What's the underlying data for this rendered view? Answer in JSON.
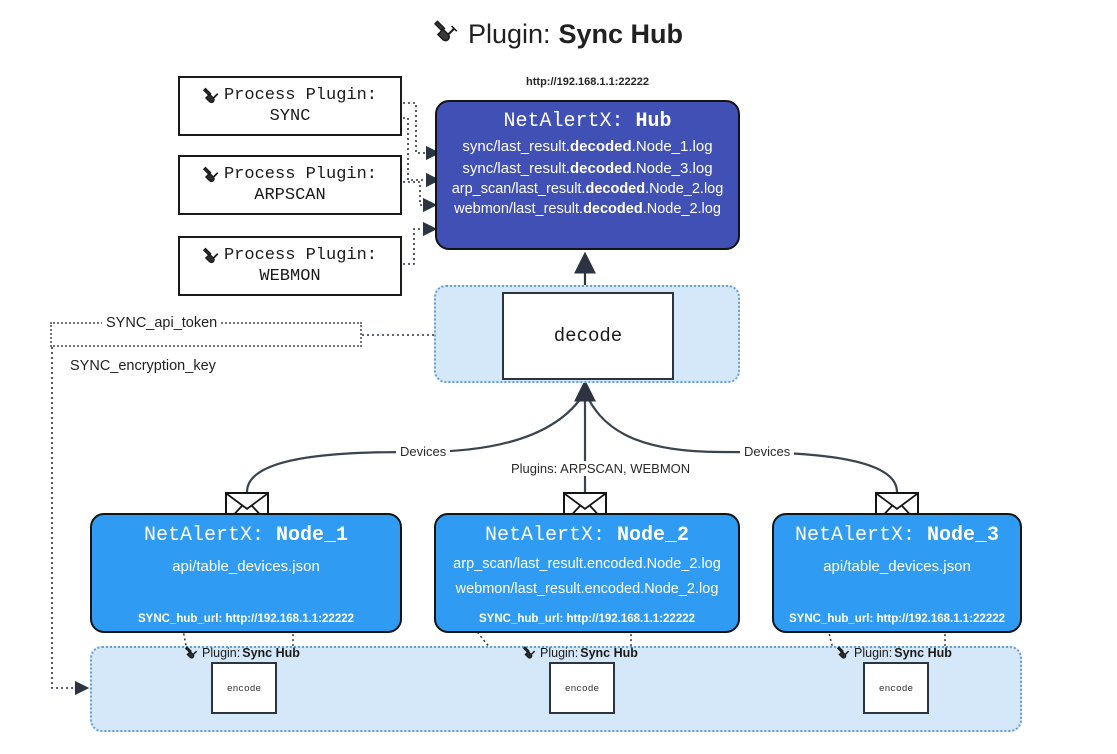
{
  "title": {
    "icon": "plug-icon",
    "prefix": "Plugin:",
    "name": "Sync Hub"
  },
  "process_plugins": [
    {
      "icon": "plug-icon",
      "line1": "Process Plugin:",
      "line2": "SYNC"
    },
    {
      "icon": "plug-icon",
      "line1": "Process Plugin:",
      "line2": "ARPSCAN"
    },
    {
      "icon": "plug-icon",
      "line1": "Process Plugin:",
      "line2": "WEBMON"
    }
  ],
  "hub": {
    "url": "http://192.168.1.1:22222",
    "title_prefix": "NetAlertX:",
    "title_name": "Hub",
    "color": "#4050b5",
    "lines": [
      {
        "pre": "sync/last_result.",
        "em": "decoded",
        "post": ".Node_1.log"
      },
      {
        "pre": "sync/last_result.",
        "em": "decoded",
        "post": ".Node_3.log"
      },
      {
        "pre": "arp_scan/last_result.",
        "em": "decoded",
        "post": ".Node_2.log"
      },
      {
        "pre": "webmon/last_result.",
        "em": "decoded",
        "post": ".Node_2.log"
      }
    ]
  },
  "decode": {
    "label": "decode",
    "container_color": "#d4e8fa"
  },
  "tokens": {
    "api_token": "SYNC_api_token",
    "encryption_key": "SYNC_encryption_key"
  },
  "edge_labels": {
    "left_devices": "Devices",
    "center_plugins": "Plugins: ARPSCAN, WEBMON",
    "right_devices": "Devices"
  },
  "nodes": [
    {
      "icon": "envelope-icon",
      "title_prefix": "NetAlertX:",
      "title_name": "Node_1",
      "color": "#2f9bf2",
      "lines": [
        "api/table_devices.json"
      ],
      "footer": "SYNC_hub_url: http://192.168.1.1:22222"
    },
    {
      "icon": "envelope-icon",
      "title_prefix": "NetAlertX:",
      "title_name": "Node_2",
      "color": "#2f9bf2",
      "lines": [
        "arp_scan/last_result.encoded.Node_2.log",
        "webmon/last_result.encoded.Node_2.log"
      ],
      "footer": "SYNC_hub_url: http://192.168.1.1:22222"
    },
    {
      "icon": "envelope-icon",
      "title_prefix": "NetAlertX:",
      "title_name": "Node_3",
      "color": "#2f9bf2",
      "lines": [
        "api/table_devices.json"
      ],
      "footer": "SYNC_hub_url: http://192.168.1.1:22222"
    }
  ],
  "encoders": [
    {
      "tag_icon": "plug-icon",
      "tag_prefix": "Plugin:",
      "tag_name": "Sync Hub",
      "label": "encode"
    },
    {
      "tag_icon": "plug-icon",
      "tag_prefix": "Plugin:",
      "tag_name": "Sync Hub",
      "label": "encode"
    },
    {
      "tag_icon": "plug-icon",
      "tag_prefix": "Plugin:",
      "tag_name": "Sync Hub",
      "label": "encode"
    }
  ]
}
